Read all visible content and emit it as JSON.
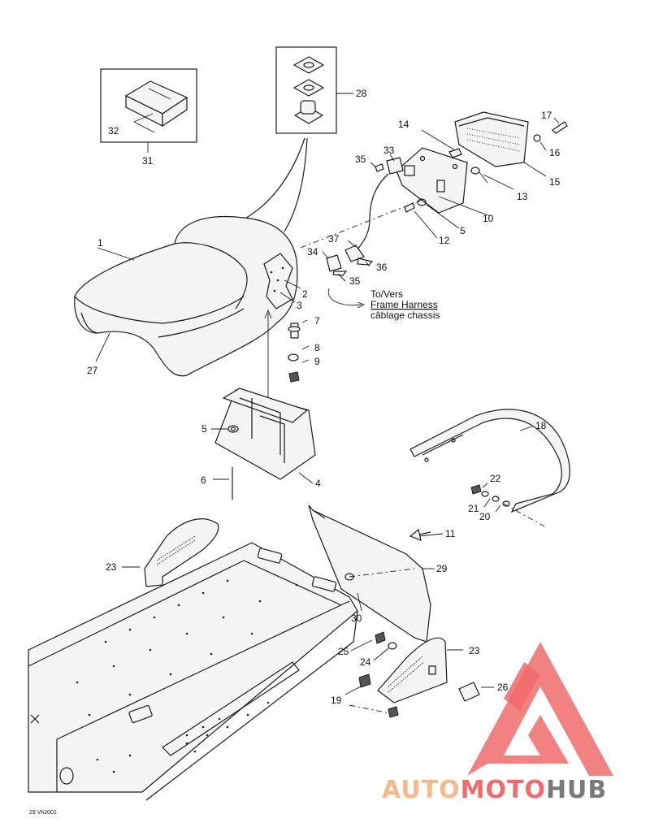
{
  "callouts": [
    {
      "id": "c1",
      "label": "1"
    },
    {
      "id": "c2",
      "label": "2"
    },
    {
      "id": "c3",
      "label": "3"
    },
    {
      "id": "c4",
      "label": "4"
    },
    {
      "id": "c5a",
      "label": "5"
    },
    {
      "id": "c5b",
      "label": "5"
    },
    {
      "id": "c6",
      "label": "6"
    },
    {
      "id": "c7",
      "label": "7"
    },
    {
      "id": "c8",
      "label": "8"
    },
    {
      "id": "c9",
      "label": "9"
    },
    {
      "id": "c10",
      "label": "10"
    },
    {
      "id": "c11",
      "label": "11"
    },
    {
      "id": "c12",
      "label": "12"
    },
    {
      "id": "c13",
      "label": "13"
    },
    {
      "id": "c14",
      "label": "14"
    },
    {
      "id": "c15",
      "label": "15"
    },
    {
      "id": "c16",
      "label": "16"
    },
    {
      "id": "c17",
      "label": "17"
    },
    {
      "id": "c18",
      "label": "18"
    },
    {
      "id": "c19",
      "label": "19"
    },
    {
      "id": "c20",
      "label": "20"
    },
    {
      "id": "c21",
      "label": "21"
    },
    {
      "id": "c22",
      "label": "22"
    },
    {
      "id": "c23a",
      "label": "23"
    },
    {
      "id": "c23b",
      "label": "23"
    },
    {
      "id": "c24",
      "label": "24"
    },
    {
      "id": "c25",
      "label": "25"
    },
    {
      "id": "c26",
      "label": "26"
    },
    {
      "id": "c27",
      "label": "27"
    },
    {
      "id": "c28",
      "label": "28"
    },
    {
      "id": "c29",
      "label": "29"
    },
    {
      "id": "c30",
      "label": "30"
    },
    {
      "id": "c31",
      "label": "31"
    },
    {
      "id": "c32",
      "label": "32"
    },
    {
      "id": "c33",
      "label": "33"
    },
    {
      "id": "c34",
      "label": "34"
    },
    {
      "id": "c35a",
      "label": "35"
    },
    {
      "id": "c35b",
      "label": "35"
    },
    {
      "id": "c36",
      "label": "36"
    },
    {
      "id": "c37",
      "label": "37"
    }
  ],
  "harness_note": {
    "line1": "To/Vers",
    "line2": "Frame Harness",
    "line3": "câblage chassis"
  },
  "figure_code": "29 Vh2001",
  "watermark": {
    "part1": "AUTO",
    "part2": "MOTO",
    "part3": "HUB",
    "color_orange": "#f5b98a",
    "color_red": "#f06b6b",
    "color_gray": "#7a7a7a"
  }
}
